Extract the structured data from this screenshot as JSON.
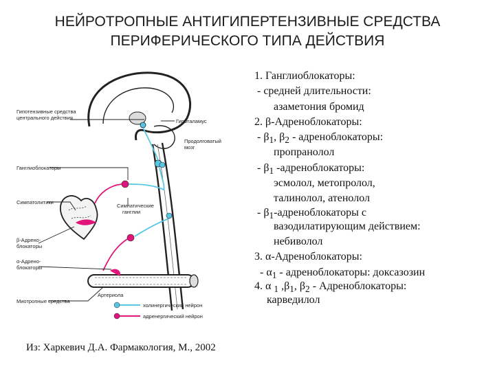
{
  "title": {
    "line1": "НЕЙРОТРОПНЫЕ АНТИГИПЕРТЕНЗИВНЫЕ СРЕДСТВА",
    "line2": "ПЕРИФЕРИЧЕСКОГО ТИПА ДЕЙСТВИЯ"
  },
  "diagram": {
    "labels": {
      "central_line1": "Гипотензивные средства",
      "central_line2": "центрального действия",
      "hypothalamus": "Гипоталамус",
      "medulla_line1": "Продолговатый",
      "medulla_line2": "мозг",
      "ganglioblockers": "Ганглиоблокаторы",
      "sympatholytics": "Симпатолитики",
      "sympathetic_line1": "Симпатические",
      "sympathetic_line2": "ганглии",
      "beta_line1": "β-Адрено-",
      "beta_line2": "блокаторы",
      "alpha_line1": "α-Адрено-",
      "alpha_line2": "блокаторы",
      "arteriole": "Артериола",
      "myotropic": "Миотропные средства",
      "cholinergic": "холинергический нейрон",
      "adrenergic": "адренергический нейрон"
    },
    "colors": {
      "cholinergic": "#59c7e3",
      "adrenergic": "#e0147a",
      "outline": "#222222"
    }
  },
  "list": {
    "l1": "1. Ганглиоблокаторы:",
    "l2": " - средней длительности:",
    "l3": "азаметония бромид",
    "l4": "2. β-Адреноблокаторы:",
    "l5_pre": " - β",
    "l5_s1": "1",
    "l5_mid": ", β",
    "l5_s2": "2",
    "l5_post": " - адреноблокаторы:",
    "l6": "пропранолол",
    "l7_pre": " - β",
    "l7_s": "1",
    "l7_post": " -адреноблокаторы:",
    "l8": "эсмолол, метопролол,",
    "l9": "талинолол,  атенолол",
    "l10_pre": " - β",
    "l10_s": "1",
    "l10_post": "-адреноблокаторы с",
    "l11": "вазодилатирующим действием:",
    "l12": "небиволол",
    "l13": "3. α-Адреноблокаторы:",
    "l14_pre": " - α",
    "l14_s": "1",
    "l14_post": " - адреноблокаторы: доксазозин",
    "l15_pre": "4. α ",
    "l15_s1": "1",
    "l15_mid": " ,β",
    "l15_s2": "1",
    "l15_mid2": ", β",
    "l15_s3": "2",
    "l15_post": " - Адреноблокаторы:",
    "l16": "карведилол"
  },
  "caption": "Из: Харкевич Д.А. Фармакология, М., 2002"
}
